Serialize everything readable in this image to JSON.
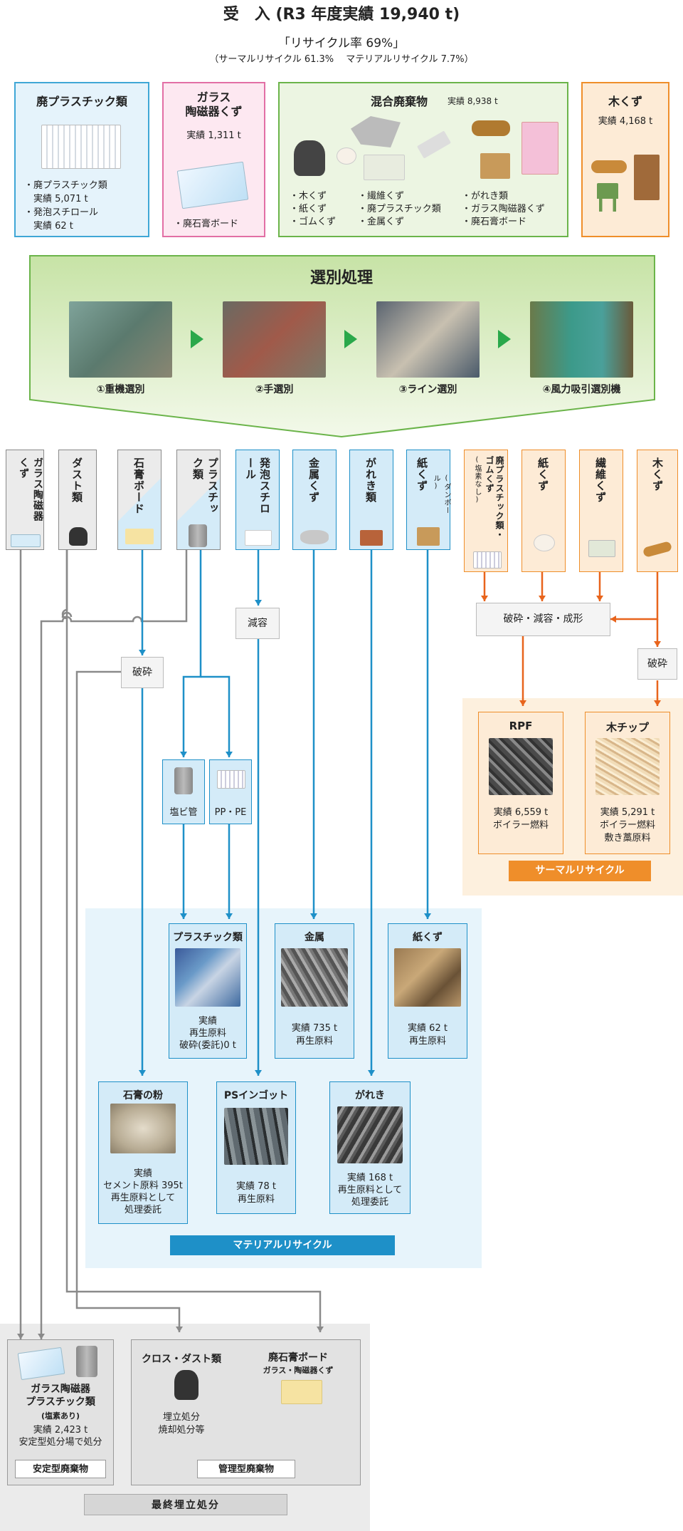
{
  "header": {
    "title": "受　入 (R3 年度実績 19,940 t)",
    "subtitle": "「リサイクル率 69%」",
    "sub2": "（サーマルリサイクル 61.3%　 マテリアルリサイクル 7.7%）"
  },
  "intake": {
    "plastic": {
      "title": "廃プラスチック類",
      "items": [
        "・廃プラスチック類",
        "　実績 5,071 t",
        "・発泡スチロール",
        "　実績 62 t"
      ]
    },
    "glass": {
      "title1": "ガラス",
      "title2": "陶磁器くず",
      "result": "実績 1,311 t",
      "item": "・廃石膏ボード"
    },
    "mixed": {
      "title": "混合廃棄物",
      "result": "実績 8,938 t",
      "col1": [
        "・木くず",
        "・紙くず",
        "・ゴムくず"
      ],
      "col2": [
        "・繊維くず",
        "・廃プラスチック類",
        "・金属くず"
      ],
      "col3": [
        "・がれき類",
        "・ガラス陶磁器くず",
        "・廃石膏ボード"
      ]
    },
    "wood": {
      "title": "木くず",
      "result": "実績 4,168 t"
    }
  },
  "sorting": {
    "title": "選別処理",
    "steps": [
      "①重機選別",
      "②手選別",
      "③ライン選別",
      "④風力吸引選別機"
    ]
  },
  "categories": {
    "glass": "ガラス陶磁器くず",
    "dust": "ダスト類",
    "gypsum": "石膏ボード",
    "plastic": "プラスチック類",
    "styro": "発泡スチロール",
    "metal": "金属くず",
    "rubble": "がれき類",
    "paper": "紙くず",
    "paper_sub": "(ダンボール)",
    "wasteplastic": "廃プラスチック類・ゴムくず",
    "wasteplastic_sub": "(塩素なし)",
    "paper2": "紙くず",
    "fiber": "繊維くず",
    "wood": "木くず"
  },
  "process": {
    "reduce": "減容",
    "crush1": "破砕",
    "crush_form": "破砕・減容・成形",
    "crush2": "破砕",
    "pvc": "塩ビ管",
    "pppe": "PP・PE"
  },
  "thermal": {
    "rpf": {
      "title": "RPF",
      "lines": [
        "実績 6,559 t",
        "ボイラー燃料"
      ]
    },
    "chip": {
      "title": "木チップ",
      "lines": [
        "実績 5,291 t",
        "ボイラー燃料",
        "敷き藁原料"
      ]
    },
    "label": "サーマルリサイクル"
  },
  "material": {
    "plastic": {
      "title": "プラスチック類",
      "lines": [
        "実績",
        "再生原料",
        "破砕(委託)0 t"
      ]
    },
    "metal": {
      "title": "金属",
      "lines": [
        "実績 735 t",
        "再生原料"
      ]
    },
    "paper": {
      "title": "紙くず",
      "lines": [
        "実績 62 t",
        "再生原料"
      ]
    },
    "gypsum": {
      "title": "石膏の粉",
      "lines": [
        "実績",
        "セメント原料 395t",
        "再生原料として",
        "処理委託"
      ]
    },
    "ps": {
      "title": "PSインゴット",
      "lines": [
        "実績 78 t",
        "再生原料"
      ]
    },
    "rubble": {
      "title": "がれき",
      "lines": [
        "実績 168 t",
        "再生原料として",
        "処理委託"
      ]
    },
    "label": "マテリアルリサイクル"
  },
  "landfill": {
    "stable": {
      "title1": "ガラス陶磁器",
      "title2": "プラスチック類",
      "sub": "(塩素あり)",
      "lines": [
        "実績 2,423 t",
        "安定型処分場で処分"
      ],
      "label": "安定型廃棄物"
    },
    "managed": {
      "cloth": "クロス・ダスト類",
      "gyp": "廃石膏ボード",
      "gyp_sub": "ガラス・陶磁器くず",
      "lines": [
        "埋立処分",
        "焼却処分等"
      ],
      "label": "管理型廃棄物"
    },
    "final": "最終埋立処分"
  },
  "colors": {
    "blue": "#1e90c8",
    "orange": "#e8641c",
    "gray": "#8a8a8a",
    "green": "#5aa832"
  }
}
